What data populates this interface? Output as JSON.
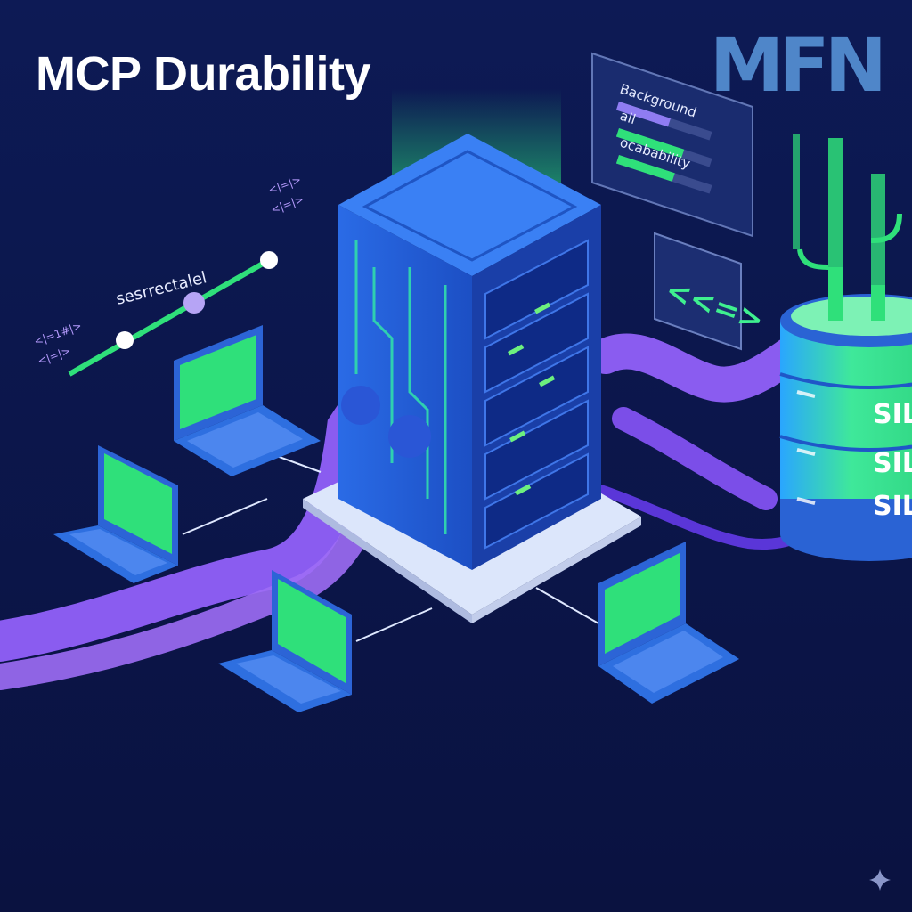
{
  "title": "MCP Durability",
  "logo": "MFN",
  "panel": {
    "items": [
      {
        "label": "Background",
        "level": 0.55
      },
      {
        "label": "all",
        "level": 0.7
      },
      {
        "label": "ocabability",
        "level": 0.6
      }
    ]
  },
  "timeline": {
    "label": "sesrrectalel",
    "code_top": "<|=|>",
    "code_top2": "<|=|>",
    "code_left": "<|=1#|>",
    "code_left2": "<|=|>"
  },
  "code_card": {
    "text": "<<=>"
  },
  "database": {
    "labels": [
      "SIL",
      "SIL",
      "SIL"
    ]
  },
  "colors": {
    "background": "#0b1446",
    "server": "#1f5fd8",
    "accent_green": "#2fe07a",
    "cable_purple": "#8e5ef0",
    "laptop": "#2e6fe0"
  },
  "icons": [
    "sparkle-icon",
    "code-icon"
  ]
}
